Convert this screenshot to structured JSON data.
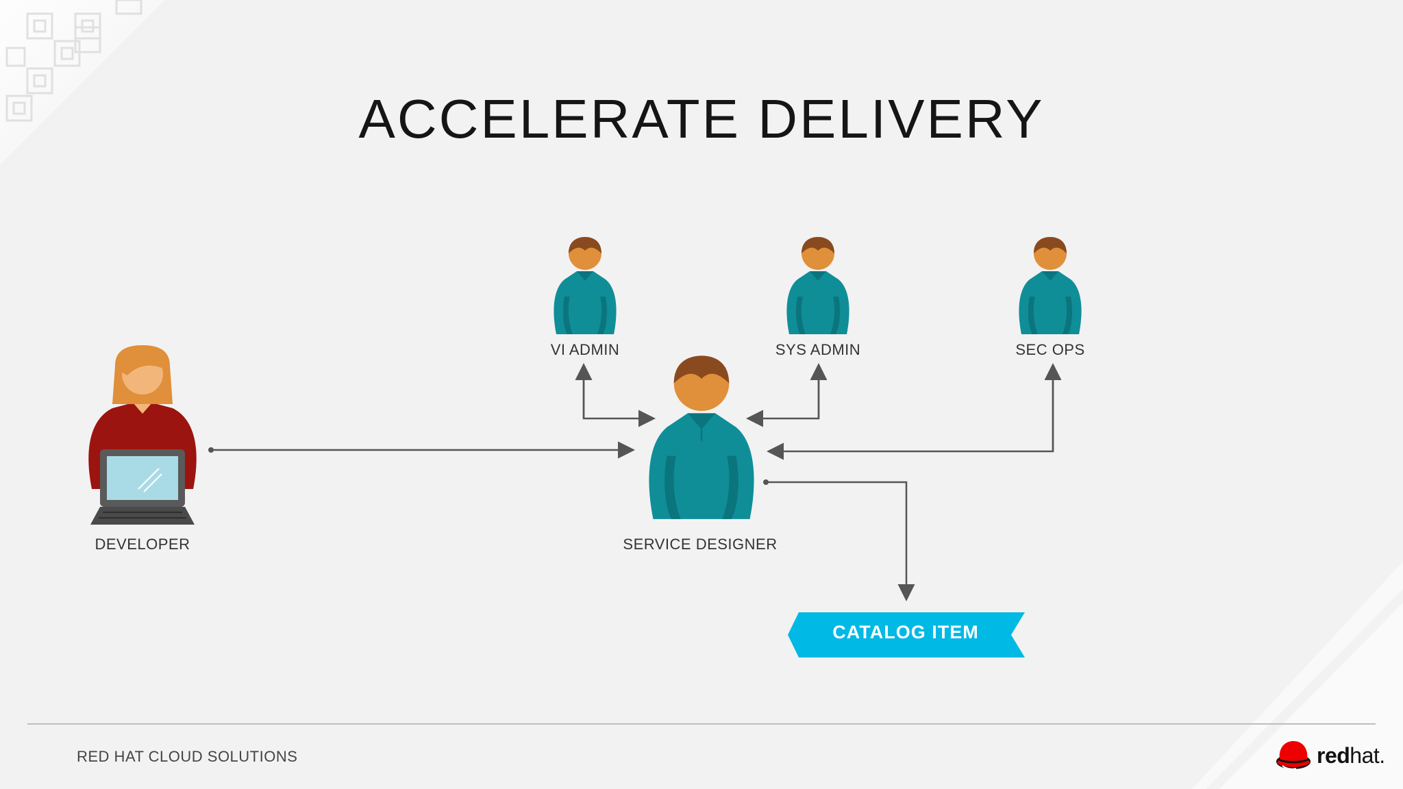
{
  "slide": {
    "title": "ACCELERATE DELIVERY",
    "footer_text": "RED HAT CLOUD SOLUTIONS",
    "brand": {
      "prefix": "red",
      "suffix": "hat.",
      "logo_icon": "redhat-shadowman-icon"
    }
  },
  "diagram": {
    "nodes": [
      {
        "id": "developer",
        "label": "DEVELOPER",
        "icon": "developer-laptop-icon"
      },
      {
        "id": "service_designer",
        "label": "SERVICE DESIGNER",
        "icon": "person-icon"
      },
      {
        "id": "vi_admin",
        "label": "VI ADMIN",
        "icon": "person-icon"
      },
      {
        "id": "sys_admin",
        "label": "SYS ADMIN",
        "icon": "person-icon"
      },
      {
        "id": "sec_ops",
        "label": "SEC OPS",
        "icon": "person-icon"
      }
    ],
    "catalog_item": {
      "label": "CATALOG ITEM"
    },
    "edges": [
      {
        "from": "developer",
        "to": "service_designer"
      },
      {
        "from": "service_designer",
        "to": "vi_admin",
        "bidirectional": true
      },
      {
        "from": "service_designer",
        "to": "sys_admin",
        "bidirectional": true
      },
      {
        "from": "service_designer",
        "to": "sec_ops",
        "bidirectional": true
      },
      {
        "from": "service_designer",
        "to": "catalog_item"
      }
    ]
  },
  "colors": {
    "background": "#f2f2f2",
    "shirt_teal": "#0f8e98",
    "shirt_teal_dark": "#0b757e",
    "skin": "#e08f3a",
    "hair": "#8a4a1f",
    "developer_shirt": "#9c140f",
    "catalog_banner": "#00b9e4",
    "connector": "#555555"
  }
}
